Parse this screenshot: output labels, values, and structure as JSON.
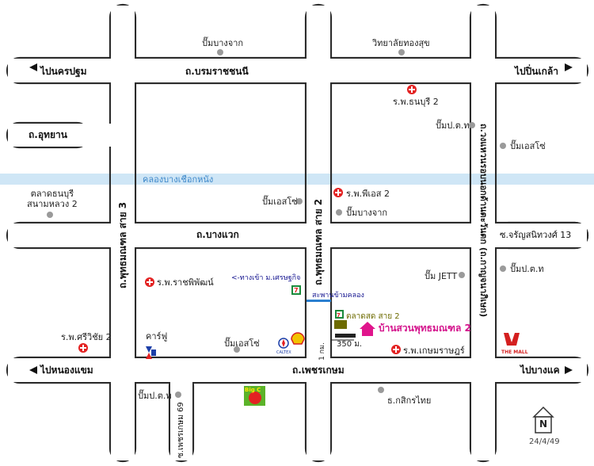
{
  "roads": {
    "boromratchachonnani": "ถ.บรมราชชนนี",
    "uthayan": "ถ.อุทยาน",
    "bang_waek": "ถ.บางแวก",
    "phetkasem": "ถ.เพชรเกษม",
    "charan_sanitwong_13": "ซ.จรัญสนิทวงศ์ 13",
    "phetkasem_69": "ซ.เพชรเกษม 69",
    "phutthamonthon_sai_3": "ถ.พุทธมณฑล สาย 3",
    "phutthamonthon_sai_2": "ถ.พุทธมณฑล สาย 2",
    "ratchaphruek": "ถ.วงแหวนรอบนอกด้านตะวันตก (ถ.กาญจนาภิเษก)"
  },
  "directions": {
    "to_nakhon_pathom": "ไปนครปฐม",
    "to_pinklao": "ไปปิ่นเกล้า",
    "to_nong_khaem": "ไปหนองแขม",
    "to_bang_khae": "ไปบางแค"
  },
  "canal": "คลองบางเชือกหนัง",
  "places": {
    "pump_bangchak_top": "ปั๊มบางจาก",
    "college": "วิทยาลัยทองสุข",
    "hosp_thonburi2": "ร.พ.ธนบุรี 2",
    "pump_ptt_top": "ปั๊มป.ต.ท",
    "pump_esso_right": "ปั๊มเอสโซ่",
    "market_thonburi": "ตลาดธนบุรี\nสนามหลวง 2",
    "pump_esso_mid": "ปั๊มเอสโซ่",
    "hosp_ps2": "ร.พ.พีเอส 2",
    "pump_bangchak_mid": "ปั๊มบางจาก",
    "hosp_ratchaphiphat": "ร.พ.ราชพิพัฒน์",
    "way_in_setthakit": "<-ทางเข้า ม.เศรษฐกิจ",
    "bridge": "สะพานข้ามคลอง",
    "pump_jett": "ปั๊ม JETT",
    "pump_ptt_right": "ปั๊มป.ต.ท",
    "market_sai2": "ตลาดสด สาย 2",
    "destination": "บ้านสวนพุทธมณฑล 2",
    "km_label": "1 กม.",
    "distance_350": "350 ม.",
    "hosp_kasem": "ร.พ.เกษมราษฎร์",
    "hosp_srivichai2": "ร.พ.ศรีวิชัย 2",
    "carrefour": "คาร์ฟู",
    "pump_esso_low": "ปั๊มเอสโซ่",
    "caltex": "CALTEX",
    "the_mall": "THE MALL",
    "pump_ptt_bottom": "ปั๊มป.ต.ท",
    "kasikorn": "ธ.กสิกรไทย",
    "bigc": "Big C"
  },
  "north_label": "N",
  "date": "24/4/49",
  "colors": {
    "road_fill": "#ffffff",
    "road_stroke": "#2b2b2b",
    "canal": "#cfe6f6",
    "canal_text": "#3b86c9",
    "hospital": "#e32222",
    "destination": "#d4148c",
    "dot": "#9a9a9a"
  }
}
